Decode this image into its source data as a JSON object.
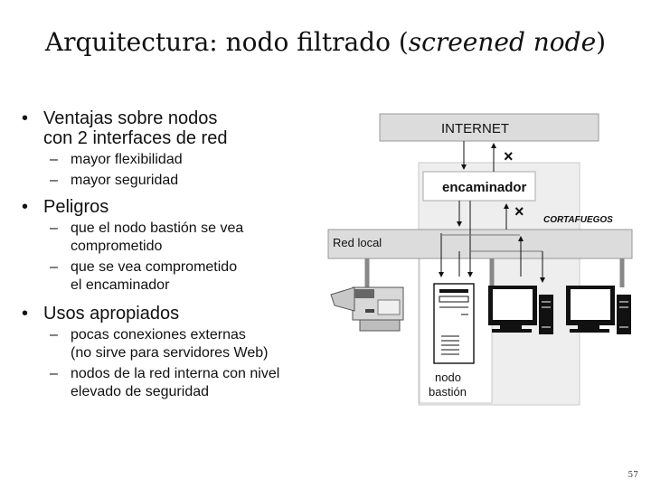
{
  "title": {
    "main": "Arquitectura: nodo filtrado (",
    "italic": "screened node",
    "end": ")"
  },
  "bullets": {
    "ventajas": {
      "line1": "Ventajas sobre nodos",
      "line2": "con 2 interfaces de red",
      "subs": [
        "mayor flexibilidad",
        "mayor seguridad"
      ]
    },
    "peligros": {
      "label": "Peligros",
      "sub1_line1": "que el nodo bastión se vea",
      "sub1_line2": "comprometido",
      "sub2_line1": "que se vea comprometido",
      "sub2_line2": "el encaminador"
    },
    "usos": {
      "label": "Usos apropiados",
      "sub1_line1": "pocas conexiones externas",
      "sub1_line2": "(no sirve para servidores Web)",
      "sub2_line1": "nodos de la red interna con nivel",
      "sub2_line2": "elevado de seguridad"
    },
    "dash": "–"
  },
  "diagram": {
    "internet": "INTERNET",
    "router": "encaminador",
    "firewall": "CORTAFUEGOS",
    "lan": "Red local",
    "bastion_line1": "nodo",
    "bastion_line2": "bastión",
    "blocked_mark": "×"
  },
  "page_number": "57"
}
